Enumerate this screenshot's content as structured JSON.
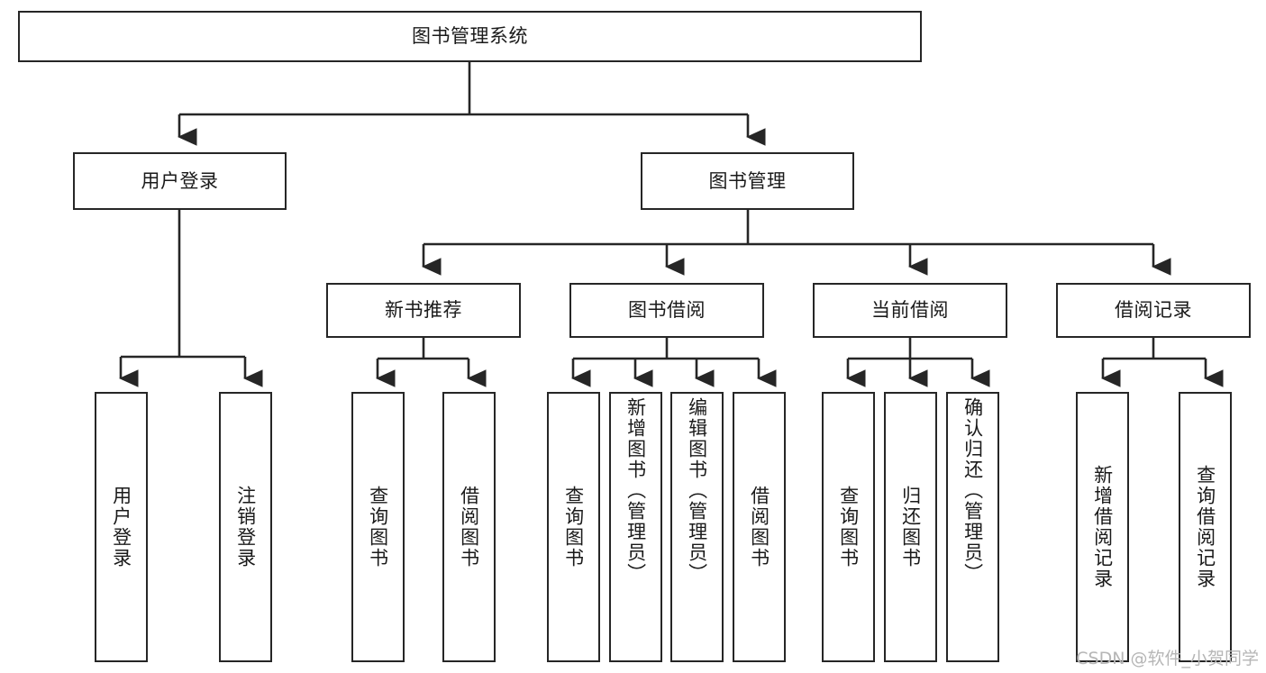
{
  "diagram": {
    "title": "图书管理系统",
    "root": {
      "label": "图书管理系统"
    },
    "level2": [
      {
        "label": "用户登录"
      },
      {
        "label": "图书管理"
      }
    ],
    "level3": [
      {
        "label": "新书推荐"
      },
      {
        "label": "图书借阅"
      },
      {
        "label": "当前借阅"
      },
      {
        "label": "借阅记录"
      }
    ],
    "leaves": {
      "user_login": [
        {
          "label": "用户登录"
        },
        {
          "label": "注销登录"
        }
      ],
      "new_book": [
        {
          "label": "查询图书"
        },
        {
          "label": "借阅图书"
        }
      ],
      "book_borrow": [
        {
          "label": "查询图书"
        },
        {
          "label": "新增图书（管理员）"
        },
        {
          "label": "编辑图书（管理员）"
        },
        {
          "label": "借阅图书"
        }
      ],
      "current_borrow": [
        {
          "label": "查询图书"
        },
        {
          "label": "归还图书"
        },
        {
          "label": "确认归还（管理员）"
        }
      ],
      "borrow_record": [
        {
          "label": "新增借阅记录"
        },
        {
          "label": "查询借阅记录"
        }
      ]
    }
  },
  "watermark": {
    "text": "CSDN @软件_小贺同学"
  },
  "colors": {
    "stroke": "#262626",
    "text": "#1a1a1a",
    "background": "#ffffff",
    "watermark": "#b6b6b6"
  }
}
